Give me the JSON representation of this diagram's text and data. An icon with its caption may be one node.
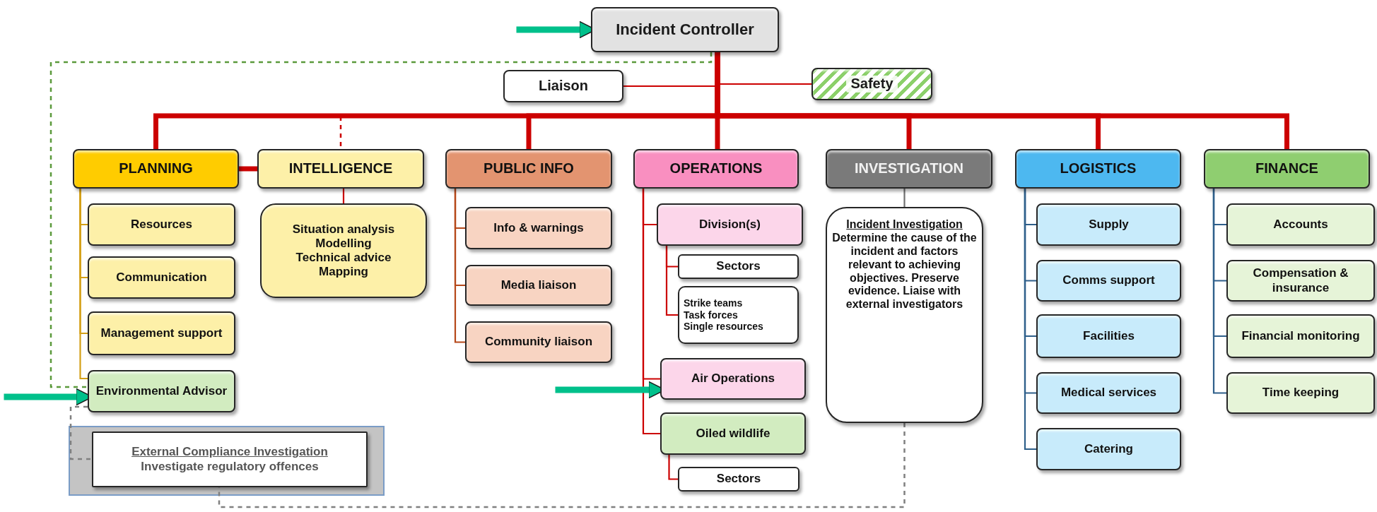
{
  "diagram": {
    "nodes": [
      {
        "text": [
          "Incident Controller"
        ]
      },
      {
        "text": [
          "Liaison"
        ]
      },
      {
        "text": [
          "Safety"
        ]
      },
      {
        "text": [
          "PLANNING"
        ]
      },
      {
        "text": [
          "INTELLIGENCE"
        ]
      },
      {
        "text": [
          "PUBLIC INFO"
        ]
      },
      {
        "text": [
          "OPERATIONS"
        ]
      },
      {
        "text": [
          "INVESTIGATION"
        ]
      },
      {
        "text": [
          "LOGISTICS"
        ]
      },
      {
        "text": [
          "FINANCE"
        ]
      },
      {
        "text": [
          "Resources"
        ]
      },
      {
        "text": [
          "Communication"
        ]
      },
      {
        "text": [
          "Management support"
        ]
      },
      {
        "text": [
          "Environmental Advisor"
        ]
      },
      {
        "text": [
          "Situation analysis",
          "Modelling",
          "Technical advice",
          "Mapping"
        ]
      },
      {
        "text": [
          "Info & warnings"
        ]
      },
      {
        "text": [
          "Media liaison"
        ]
      },
      {
        "text": [
          "Community liaison"
        ]
      },
      {
        "text": [
          "Division(s)"
        ]
      },
      {
        "text": [
          "Sectors"
        ]
      },
      {
        "text": [
          "Strike teams",
          "Task forces",
          "Single resources"
        ]
      },
      {
        "text": [
          "Air Operations"
        ]
      },
      {
        "text": [
          "Oiled wildlife"
        ]
      },
      {
        "text": [
          "Sectors"
        ]
      },
      {
        "text": [
          "Incident Investigation",
          "Determine the cause of the incident and factors relevant to achieving objectives. Preserve evidence. Liaise with external investigators"
        ]
      },
      {
        "text": [
          "Supply"
        ]
      },
      {
        "text": [
          "Comms support"
        ]
      },
      {
        "text": [
          "Facilities"
        ]
      },
      {
        "text": [
          "Medical services"
        ]
      },
      {
        "text": [
          "Catering"
        ]
      },
      {
        "text": [
          "Accounts"
        ]
      },
      {
        "text": [
          "Compensation & insurance"
        ]
      },
      {
        "text": [
          "Financial monitoring"
        ]
      },
      {
        "text": [
          "Time keeping"
        ]
      },
      {
        "text": [
          "External Compliance Investigation",
          "Investigate regulatory offences"
        ]
      }
    ],
    "edges": [
      {
        "from": 0,
        "to": 1,
        "arrow": "none"
      },
      {
        "from": 0,
        "to": 2,
        "arrow": "none"
      },
      {
        "from": 0,
        "to": 3,
        "arrow": "none",
        "style": "thick"
      },
      {
        "from": 0,
        "to": 4,
        "arrow": "none",
        "style": "dashed"
      },
      {
        "from": 0,
        "to": 5,
        "arrow": "none",
        "style": "thick"
      },
      {
        "from": 0,
        "to": 6,
        "arrow": "none",
        "style": "thick"
      },
      {
        "from": 0,
        "to": 7,
        "arrow": "none",
        "style": "thick"
      },
      {
        "from": 0,
        "to": 8,
        "arrow": "none",
        "style": "thick"
      },
      {
        "from": 0,
        "to": 9,
        "arrow": "none",
        "style": "thick"
      },
      {
        "from": 3,
        "to": 4,
        "arrow": "none",
        "style": "thick"
      },
      {
        "from": 3,
        "to": 10,
        "arrow": "none",
        "color": "#d4a017"
      },
      {
        "from": 3,
        "to": 11,
        "arrow": "none",
        "color": "#d4a017"
      },
      {
        "from": 3,
        "to": 12,
        "arrow": "none",
        "color": "#d4a017"
      },
      {
        "from": 3,
        "to": 13,
        "arrow": "none",
        "color": "#d4a017"
      },
      {
        "from": 4,
        "to": 14,
        "arrow": "none"
      },
      {
        "from": 5,
        "to": 15,
        "arrow": "none",
        "color": "#b5481a"
      },
      {
        "from": 5,
        "to": 16,
        "arrow": "none",
        "color": "#b5481a"
      },
      {
        "from": 5,
        "to": 17,
        "arrow": "none",
        "color": "#b5481a"
      },
      {
        "from": 6,
        "to": 18,
        "arrow": "none"
      },
      {
        "from": 6,
        "to": 21,
        "arrow": "none"
      },
      {
        "from": 6,
        "to": 22,
        "arrow": "none"
      },
      {
        "from": 18,
        "to": 19,
        "arrow": "none"
      },
      {
        "from": 18,
        "to": 20,
        "arrow": "none"
      },
      {
        "from": 22,
        "to": 23,
        "arrow": "none"
      },
      {
        "from": 7,
        "to": 24,
        "arrow": "none",
        "color": "#707070"
      },
      {
        "from": 8,
        "to": 25,
        "arrow": "none",
        "color": "#2e5f8a"
      },
      {
        "from": 8,
        "to": 26,
        "arrow": "none",
        "color": "#2e5f8a"
      },
      {
        "from": 8,
        "to": 27,
        "arrow": "none",
        "color": "#2e5f8a"
      },
      {
        "from": 8,
        "to": 28,
        "arrow": "none",
        "color": "#2e5f8a"
      },
      {
        "from": 8,
        "to": 29,
        "arrow": "none",
        "color": "#2e5f8a"
      },
      {
        "from": 9,
        "to": 30,
        "arrow": "none",
        "color": "#2e5f8a"
      },
      {
        "from": 9,
        "to": 31,
        "arrow": "none",
        "color": "#2e5f8a"
      },
      {
        "from": 9,
        "to": 32,
        "arrow": "none",
        "color": "#2e5f8a"
      },
      {
        "from": 9,
        "to": 33,
        "arrow": "none",
        "color": "#2e5f8a"
      },
      {
        "from": 0,
        "to": 13,
        "arrow": "none",
        "style": "dashed",
        "color": "#5b9a3c"
      },
      {
        "from": 13,
        "to": 34,
        "arrow": "none",
        "style": "dashed",
        "color": "#808080"
      },
      {
        "from": 24,
        "to": 34,
        "arrow": "none",
        "style": "dashed",
        "color": "#808080"
      },
      {
        "from": null,
        "to": 0,
        "arrow": "to",
        "style": "thick",
        "color": "#00c08b"
      },
      {
        "from": null,
        "to": 13,
        "arrow": "to",
        "style": "thick",
        "color": "#00c08b"
      },
      {
        "from": null,
        "to": 21,
        "arrow": "to",
        "style": "thick",
        "color": "#00c08b"
      }
    ]
  }
}
